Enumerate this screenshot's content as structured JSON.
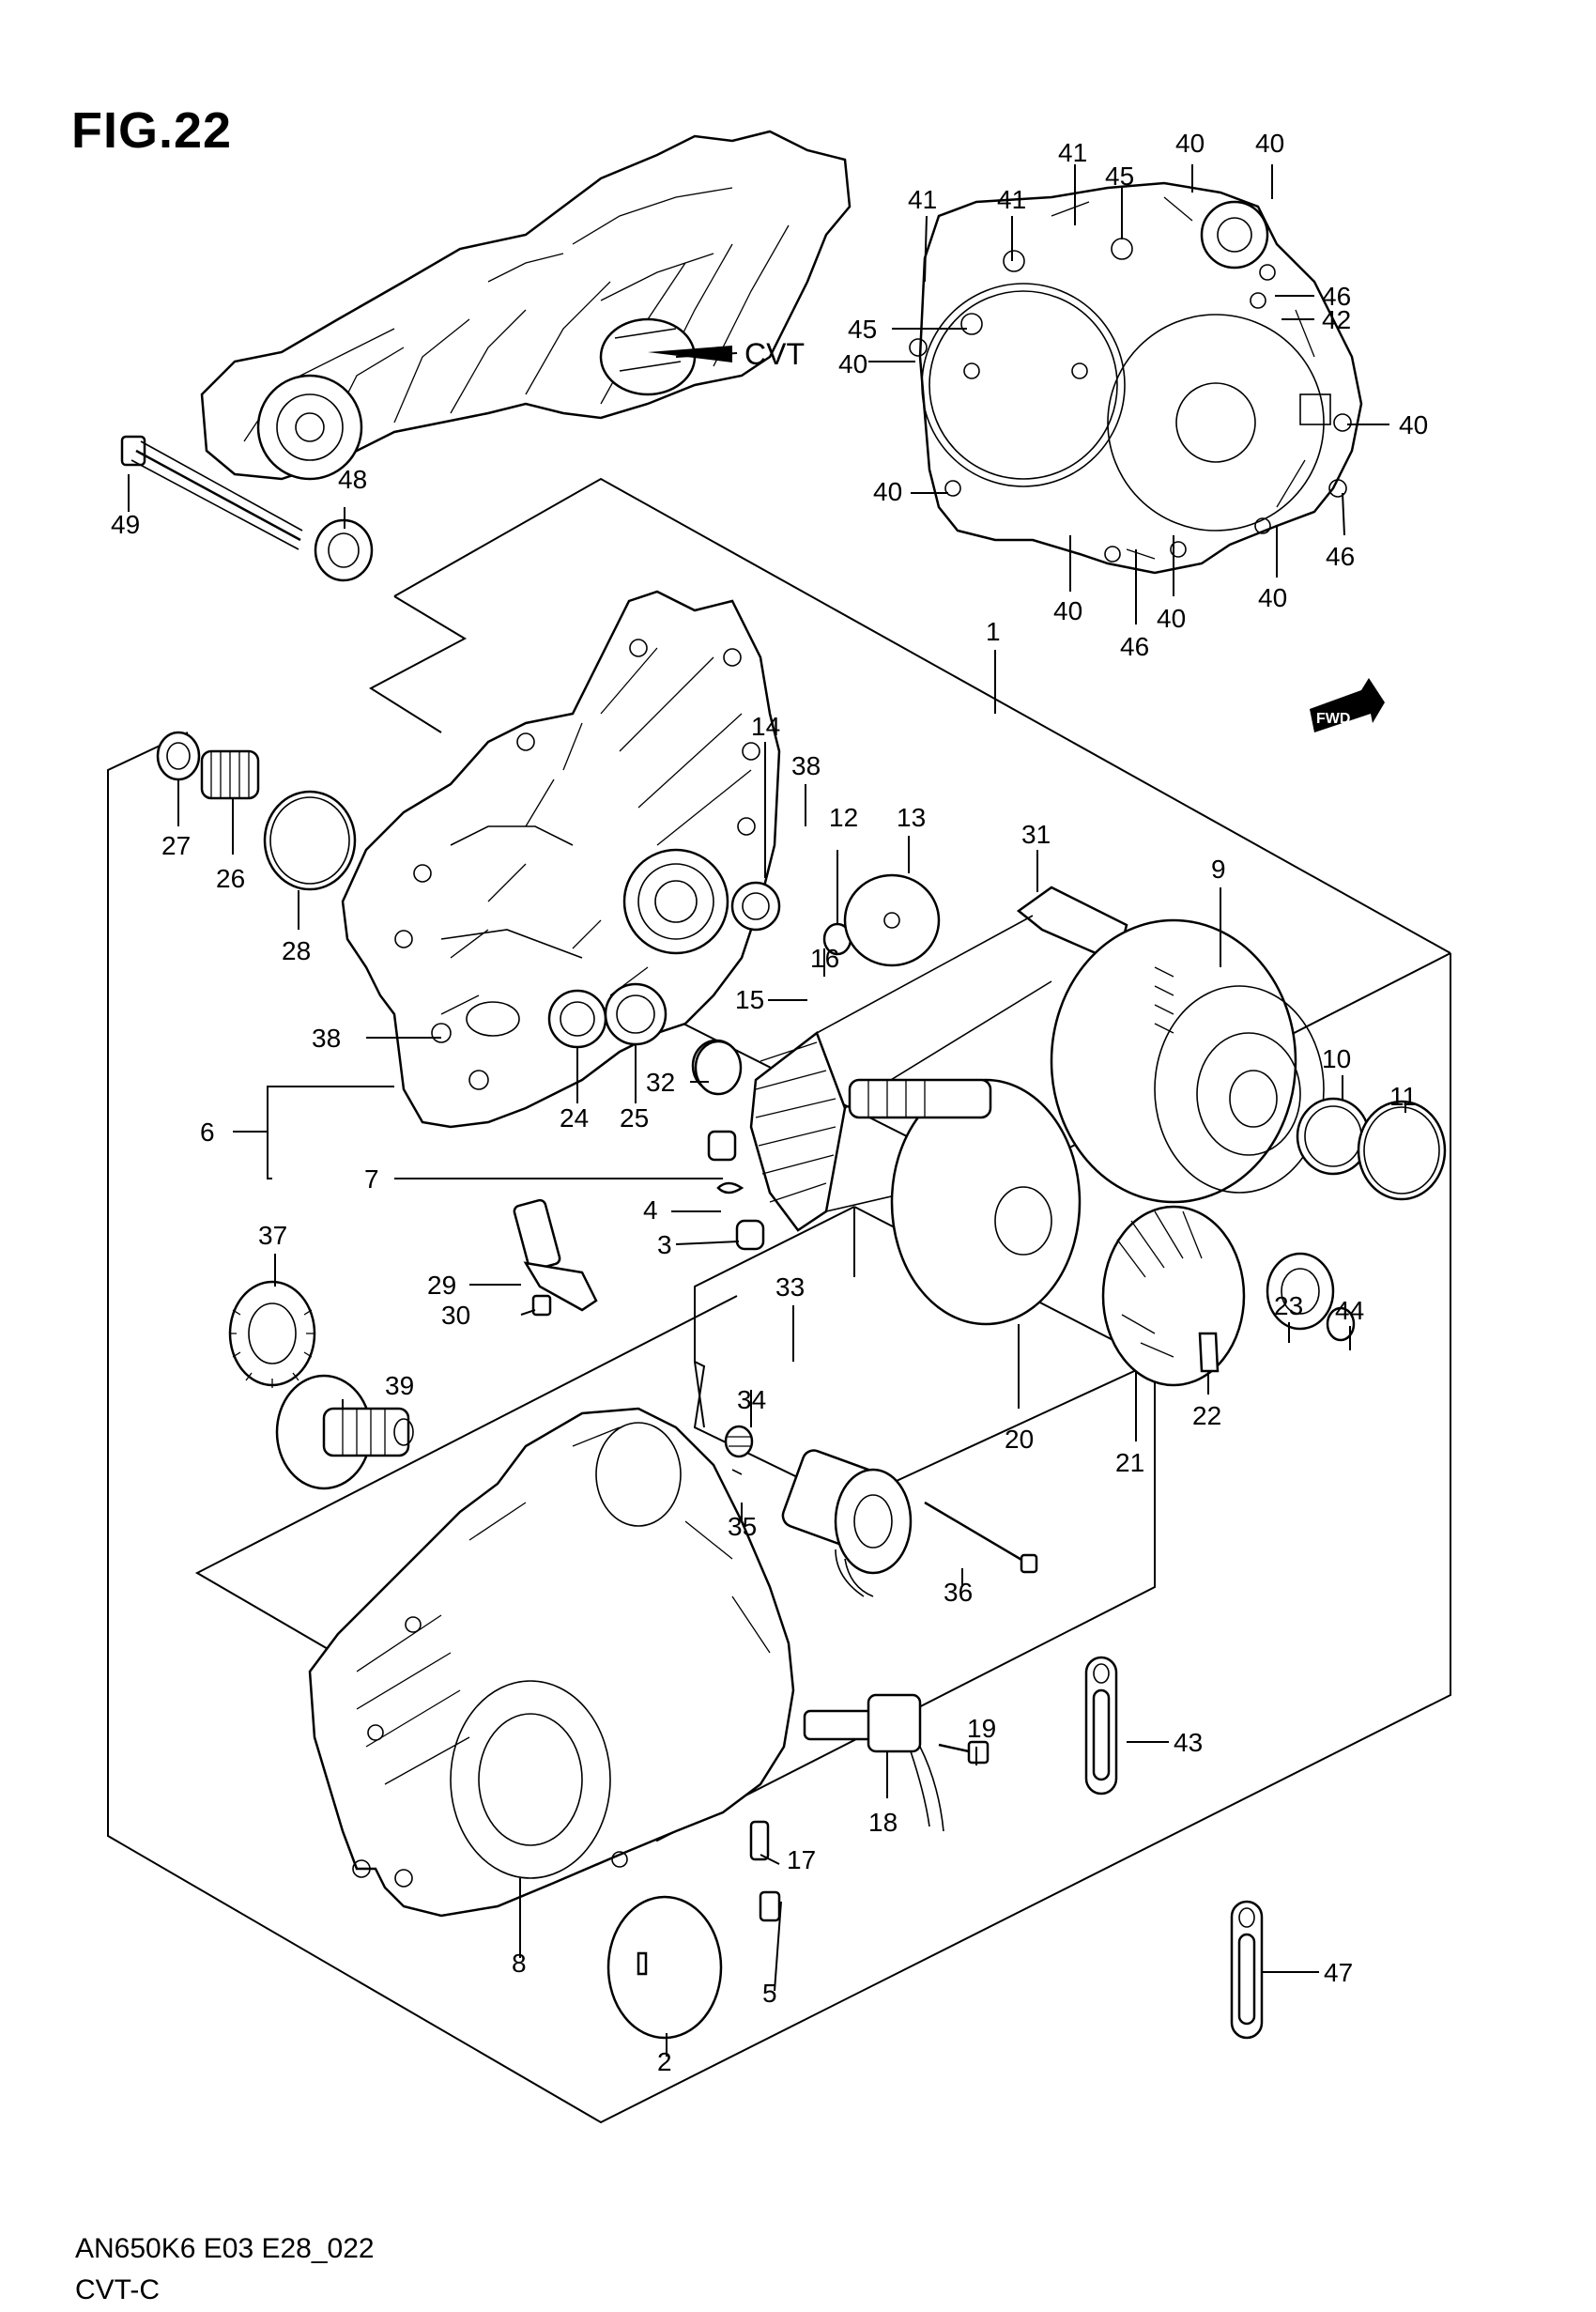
{
  "figure": {
    "title": "FIG.22",
    "model_code": "AN650K6 E03 E28_022",
    "section": "CVT-C"
  },
  "overview": {
    "cvt_label": "CVT"
  },
  "fwd_badge": "FWD",
  "callouts": {
    "p1": "1",
    "p2": "2",
    "p3": "3",
    "p4": "4",
    "p5": "5",
    "p6": "6",
    "p7": "7",
    "p8": "8",
    "p9": "9",
    "p10": "10",
    "p11": "11",
    "p12": "12",
    "p13": "13",
    "p14": "14",
    "p15": "15",
    "p16": "16",
    "p17": "17",
    "p18": "18",
    "p19": "19",
    "p20": "20",
    "p21": "21",
    "p22": "22",
    "p23": "23",
    "p24": "24",
    "p25": "25",
    "p26": "26",
    "p27": "27",
    "p28": "28",
    "p29": "29",
    "p30": "30",
    "p31": "31",
    "p32": "32",
    "p33": "33",
    "p34": "34",
    "p35": "35",
    "p36": "36",
    "p37": "37",
    "p38": "38",
    "p39": "39",
    "p40": "40",
    "p41": "41",
    "p42": "42",
    "p43": "43",
    "p44": "44",
    "p45": "45",
    "p46": "46",
    "p47": "47",
    "p48": "48",
    "p49": "49"
  }
}
